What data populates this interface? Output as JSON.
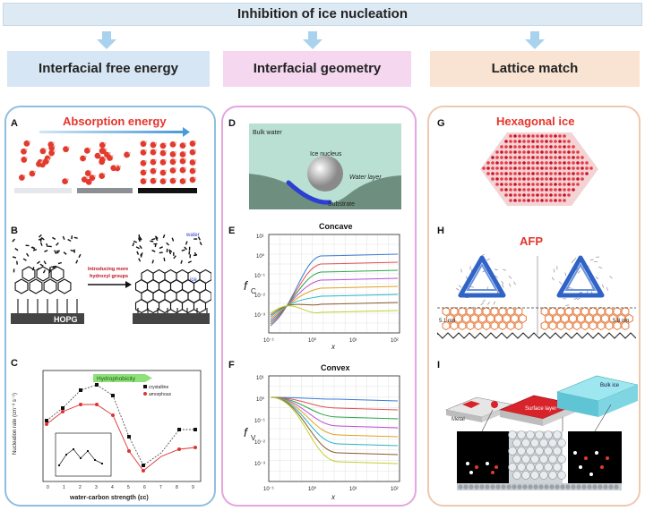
{
  "title": "Inhibition of ice nucleation",
  "columns": [
    {
      "header": "Interfacial free energy",
      "bg": "#d6e6f4"
    },
    {
      "header": "Interfacial geometry",
      "bg": "#f5d8f0"
    },
    {
      "header": "Lattice match",
      "bg": "#f9e3d2"
    }
  ],
  "panels": {
    "A": {
      "letter": "A",
      "title": "Absorption energy"
    },
    "B": {
      "letter": "B",
      "label_substrate": "HOPG",
      "arrow_text_1": "Introducing more",
      "arrow_text_2": "hydroxyl groups",
      "water": "water",
      "ice": "ice"
    },
    "C": {
      "letter": "C",
      "ylabel": "Nucleation rate (cm⁻³ s⁻¹)",
      "xlabel": "water-carbon strength (εc)",
      "badge": "Hydrophobicity",
      "legend1": "crystalline",
      "legend2": "amorphous"
    },
    "D": {
      "letter": "D",
      "bulk": "Bulk water",
      "nucleus": "Ice nucleus",
      "layer": "Water layer",
      "substrate": "Substrate"
    },
    "E": {
      "letter": "E",
      "title": "Concave",
      "ylabel": "f",
      "ysub": "C",
      "xlabel": "x"
    },
    "F": {
      "letter": "F",
      "title": "Convex",
      "ylabel": "f",
      "ysub": "V",
      "xlabel": "x"
    },
    "G": {
      "letter": "G",
      "title": "Hexagonal ice"
    },
    "H": {
      "letter": "H",
      "title": "AFP",
      "dim_left": "5.1 nm",
      "dim_right": "5.8 nm"
    },
    "I": {
      "letter": "I",
      "label_metal": "Metal",
      "label_middle": "Surface layer",
      "label_bulk": "Bulk ice"
    }
  },
  "colors": {
    "accent": "#e5352b",
    "arrow": "#9fcbea",
    "panel1_border": "#8fbfe0",
    "panel2_border": "#e3a6de",
    "panel3_border": "#efc8b0"
  }
}
